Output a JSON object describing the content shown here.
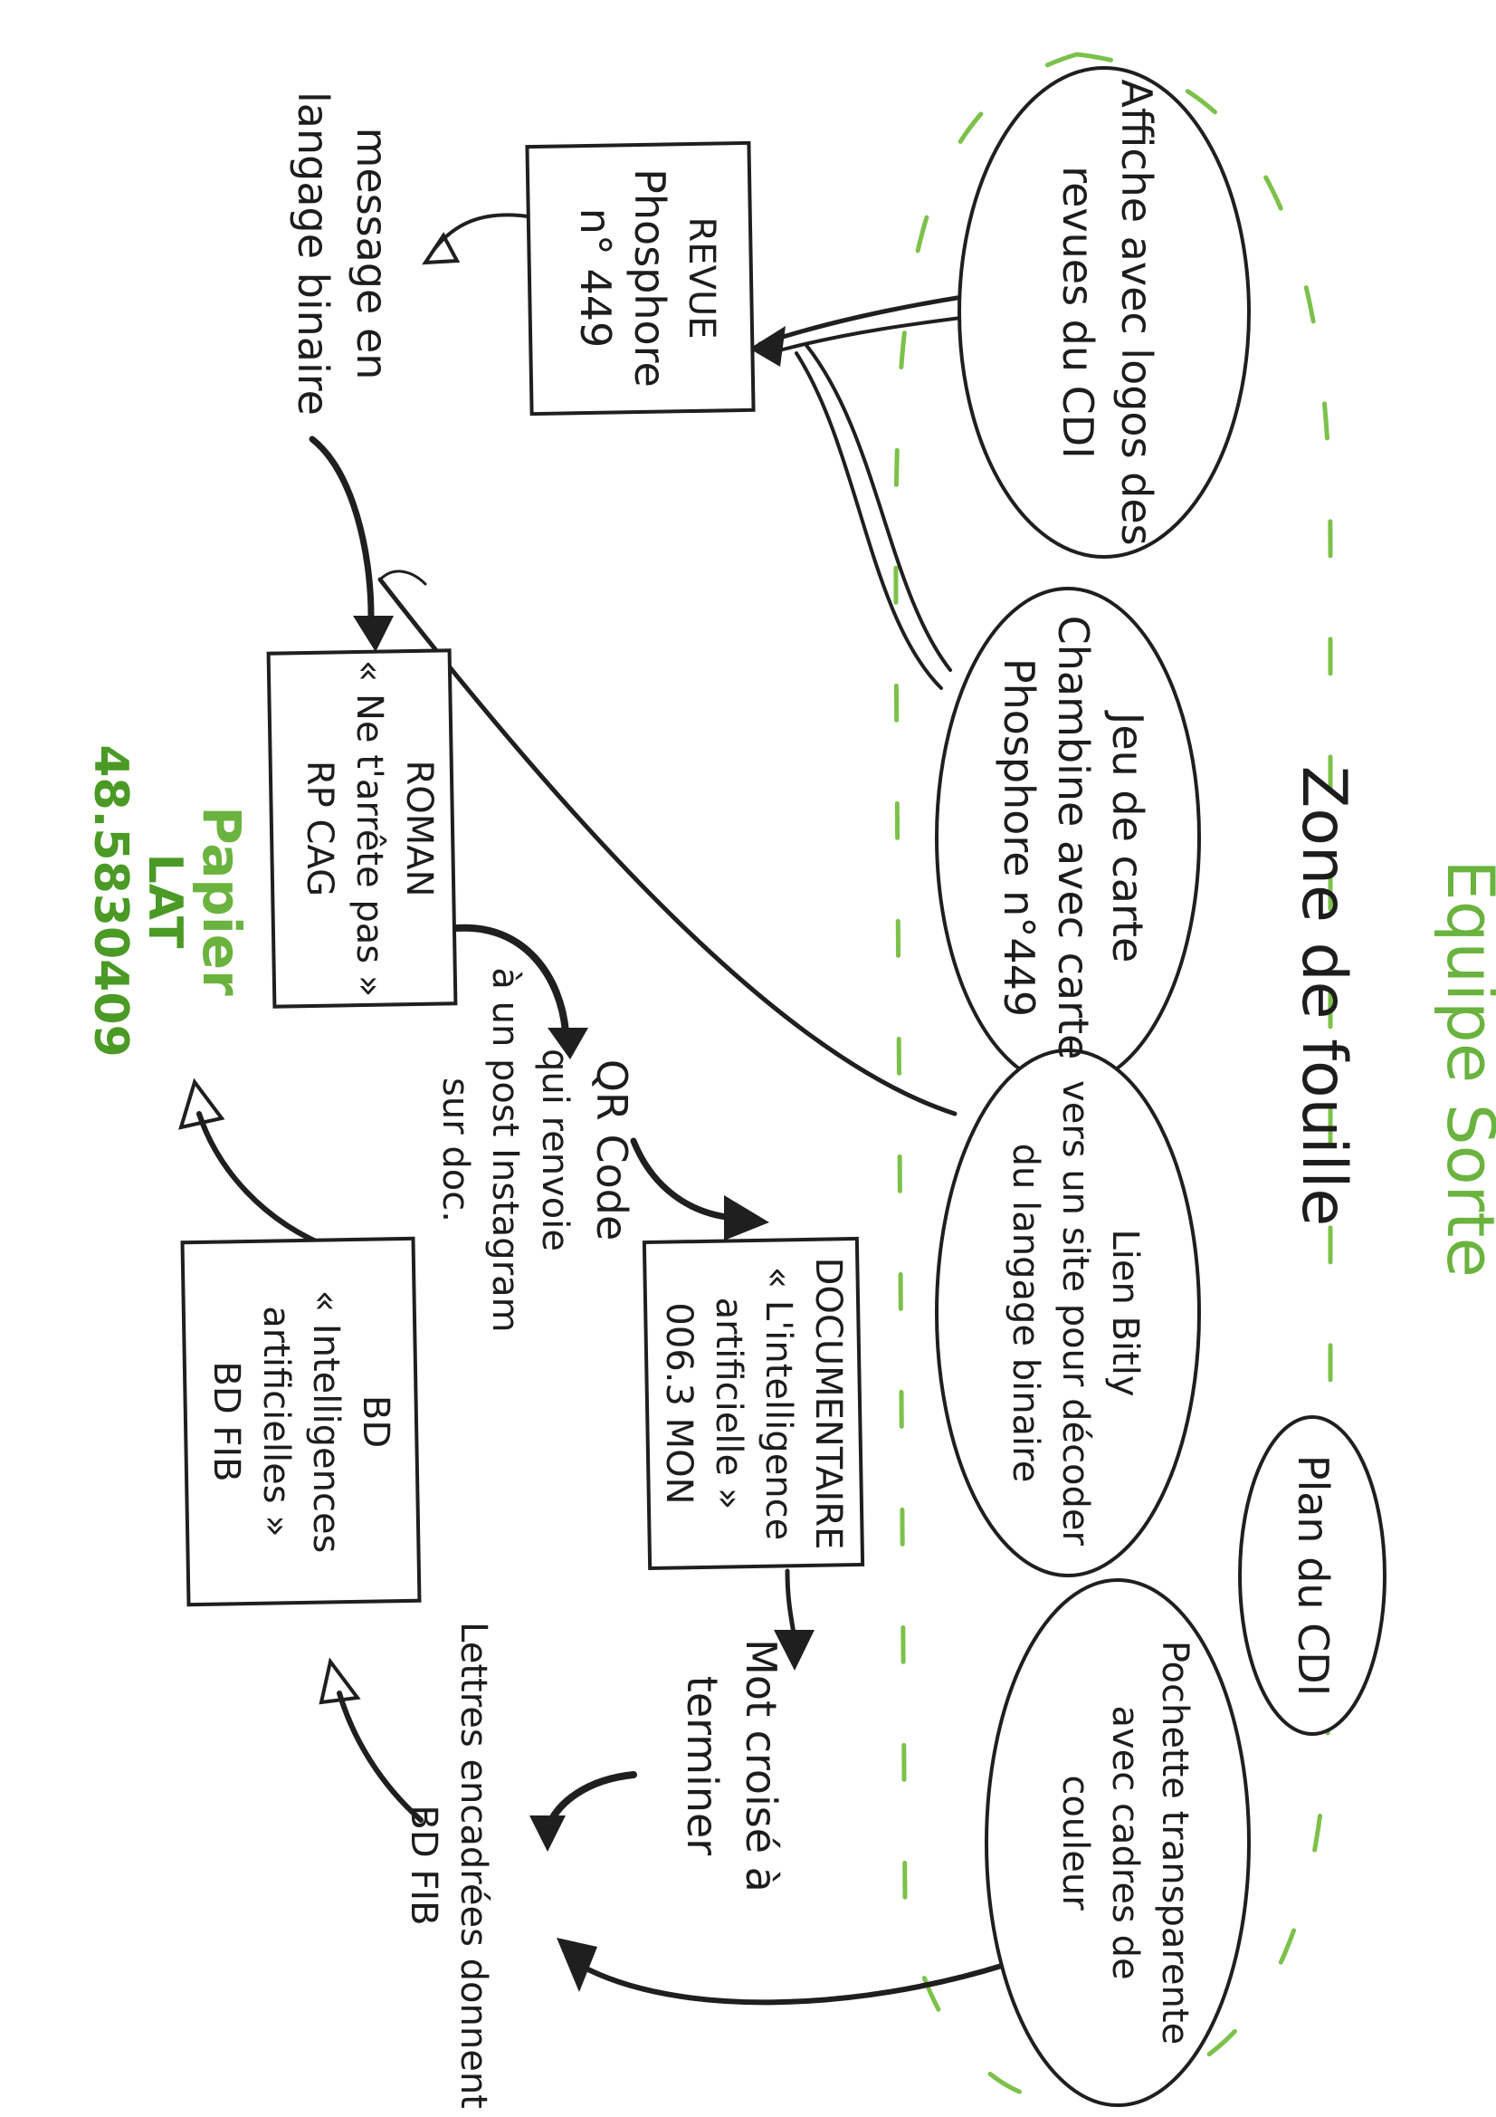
{
  "colors": {
    "ink": "#1f1f1f",
    "accent_green": "#6ab33e",
    "dark_green": "#4a9a25",
    "paper": "#ffffff"
  },
  "zone": {
    "team_label": "Equipe Sorte",
    "search_zone_label": "Zone de fouille"
  },
  "ovals": {
    "affiche": [
      "Affiche avec logos des",
      "revues du CDI"
    ],
    "jeu": [
      "Jeu de carte",
      "Chambine avec carte",
      "Phosphore n°449"
    ],
    "lien": [
      "Lien Bitly",
      "vers un site pour décoder",
      "du langage binaire"
    ],
    "plan": [
      "Plan du CDI"
    ],
    "pochette": [
      "Pochette transparente",
      "avec cadres de",
      "couleur"
    ]
  },
  "boxes": {
    "revue": [
      "REVUE",
      "Phosphore",
      "n° 449"
    ],
    "roman": [
      "ROMAN",
      "« Ne t'arrête pas »",
      "RP CAG"
    ],
    "documentaire": [
      "DOCUMENTAIRE",
      "« L'intelligence",
      "artificielle »",
      "006.3 MON"
    ],
    "bd": [
      "BD",
      "« Intelligences",
      "artificielles »",
      "BD FIB"
    ]
  },
  "notes": {
    "binaire": [
      "message en",
      "langage binaire"
    ],
    "qr": [
      "QR Code",
      "qui renvoie",
      "à un post Instagram",
      "sur doc."
    ],
    "mot": [
      "Mot croisé à",
      "terminer"
    ],
    "lettres": [
      "Lettres encadrées donnent",
      "BD FIB"
    ],
    "papier": [
      "Papier",
      "LAT",
      "48.5830409"
    ]
  }
}
